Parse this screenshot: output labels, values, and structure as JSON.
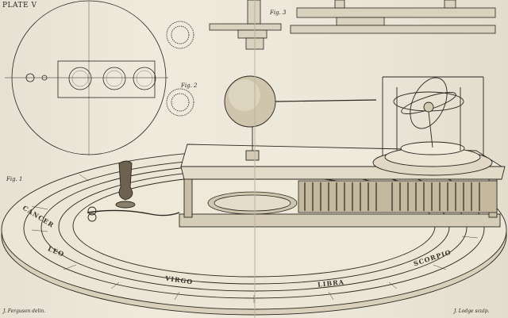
{
  "plate": {
    "title": "PLATE V",
    "fig1": "Fig. 1",
    "fig2": "Fig. 2",
    "fig3": "Fig. 3",
    "credit_left": "J. Ferguson delin.",
    "credit_right": "J. Lodge sculp."
  },
  "zodiac": {
    "leo": "LEO",
    "virgo": "VIRGO",
    "libra": "LIBRA",
    "scorpio": "SCORPIO",
    "cancer": "CANCER"
  },
  "colors": {
    "paper": "#ebe6d8",
    "ink": "#2a2620"
  }
}
